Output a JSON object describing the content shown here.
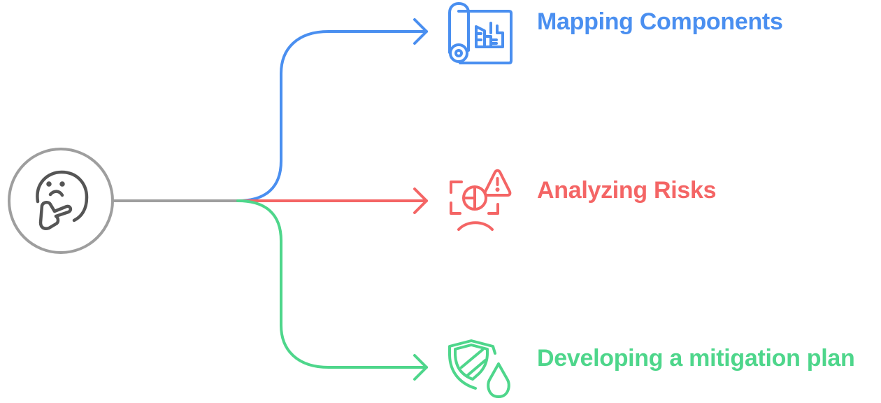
{
  "diagram": {
    "root": {
      "icon": "thinking-face-icon",
      "color": "#999999",
      "icon_color": "#555555"
    },
    "branches": [
      {
        "label": "Mapping Components",
        "icon": "blueprint-icon",
        "color": "#4A8FF0"
      },
      {
        "label": "Analyzing Risks",
        "icon": "risk-analysis-icon",
        "color": "#F46565"
      },
      {
        "label": "Developing a mitigation plan",
        "icon": "shield-drop-icon",
        "color": "#4ED68B"
      }
    ]
  }
}
